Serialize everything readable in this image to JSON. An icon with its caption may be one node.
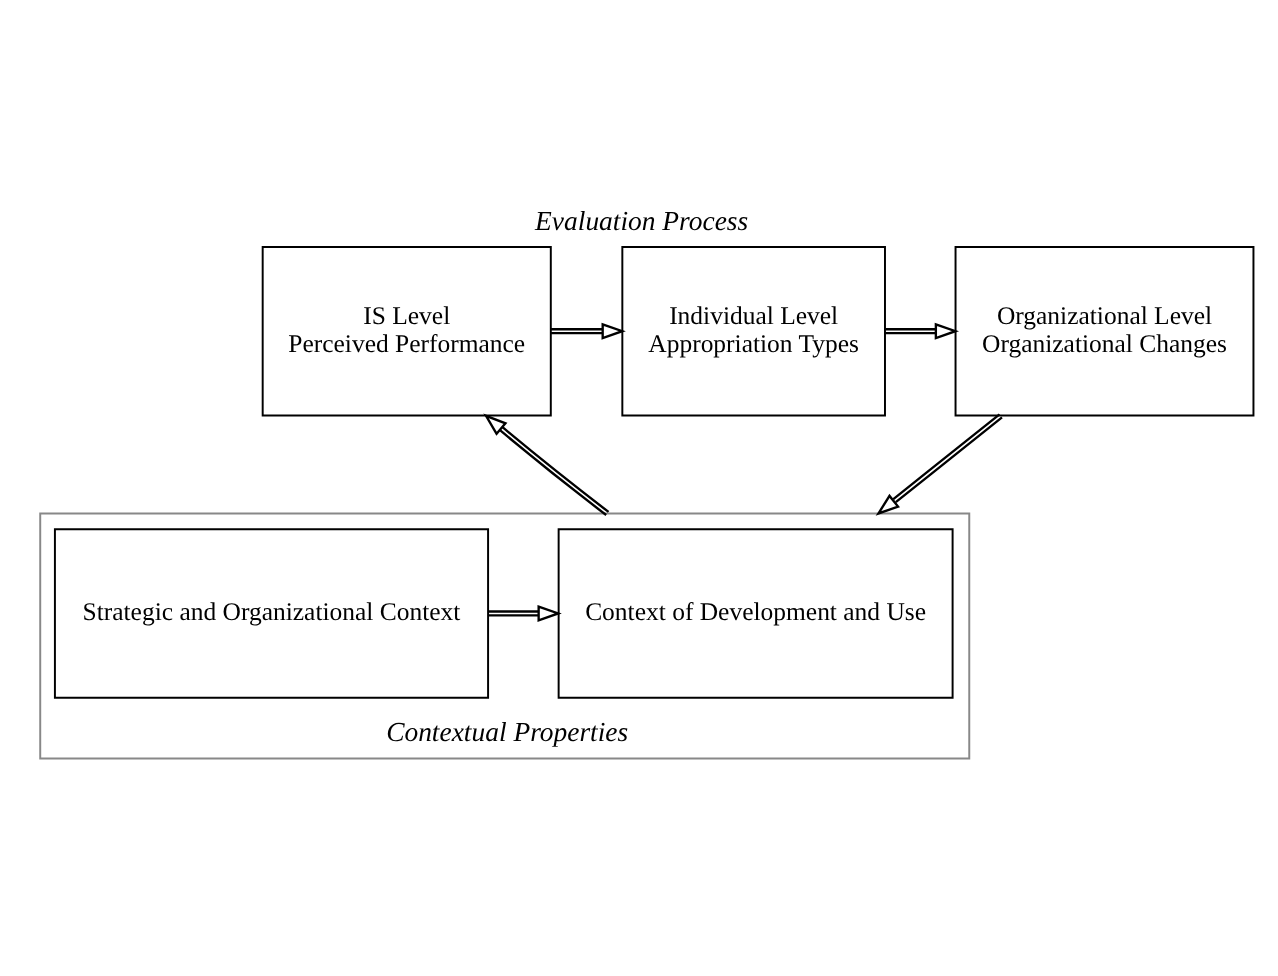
{
  "diagram": {
    "title": "Evaluation Process",
    "nodes": [
      {
        "text": [
          "IS Level",
          "Perceived Performance"
        ]
      },
      {
        "text": [
          "Individual Level",
          "Appropriation Types"
        ]
      },
      {
        "text": [
          "Organizational Level",
          "Organizational Changes"
        ]
      },
      {
        "text": [
          "Contextual Properties"
        ]
      },
      {
        "text": [
          "Context of Development and Use"
        ],
        "in": 3
      },
      {
        "text": [
          "Strategic and Organizational Context"
        ],
        "in": 3
      }
    ],
    "edges": [
      {
        "from": 0,
        "to": 1,
        "arrow": "to"
      },
      {
        "from": 1,
        "to": 2,
        "arrow": "to"
      },
      {
        "from": 3,
        "to": 0,
        "arrow": "to"
      },
      {
        "from": 2,
        "to": 3,
        "arrow": "to"
      },
      {
        "from": 5,
        "to": 4,
        "arrow": "to"
      }
    ]
  }
}
